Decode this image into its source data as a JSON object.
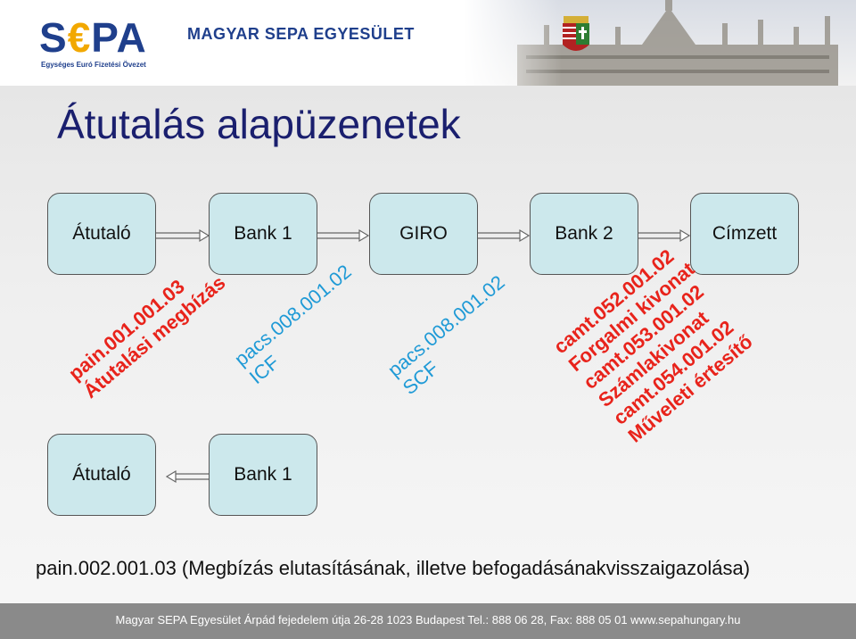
{
  "header": {
    "logo_prefix": "S",
    "logo_euro": "€",
    "logo_suffix": "PA",
    "logo_subtitle": "Egységes Euró Fizetési Övezet",
    "org_name": "MAGYAR SEPA EGYESÜLET"
  },
  "slide": {
    "title": "Átutalás alapüzenetek",
    "nodes": {
      "top": [
        "Átutaló",
        "Bank 1",
        "GIRO",
        "Bank 2",
        "Címzett"
      ],
      "bottom": [
        "Átutaló",
        "Bank 1"
      ]
    },
    "labels": {
      "pain": [
        "pain.001.001.03",
        "Átutalási megbízás"
      ],
      "pacs_icf": [
        "pacs.008.001.02",
        "ICF"
      ],
      "pacs_scf": [
        "pacs.008.001.02",
        "SCF"
      ],
      "camt": [
        "camt.052.001.02",
        "Forgalmi kivonat",
        "camt.053.001.02",
        "Számlakivonat",
        "camt.054.001.02",
        "Műveleti értesítő"
      ]
    },
    "bottom_text": "pain.002.001.03 (Megbízás elutasításának, illetve befogadásánakvisszaigazolása)"
  },
  "footer": {
    "text": "Magyar SEPA Egyesület Árpád fejedelem útja 26-28 1023 Budapest Tel.: 888 06 28, Fax: 888 05 01 www.sepahungary.hu"
  },
  "colors": {
    "title": "#1a1f6e",
    "node_fill": "#cce8ec",
    "red_label": "#e8231b",
    "blue_label": "#1f9ad6",
    "logo_blue": "#1f3f8c",
    "logo_gold": "#f2a800"
  }
}
